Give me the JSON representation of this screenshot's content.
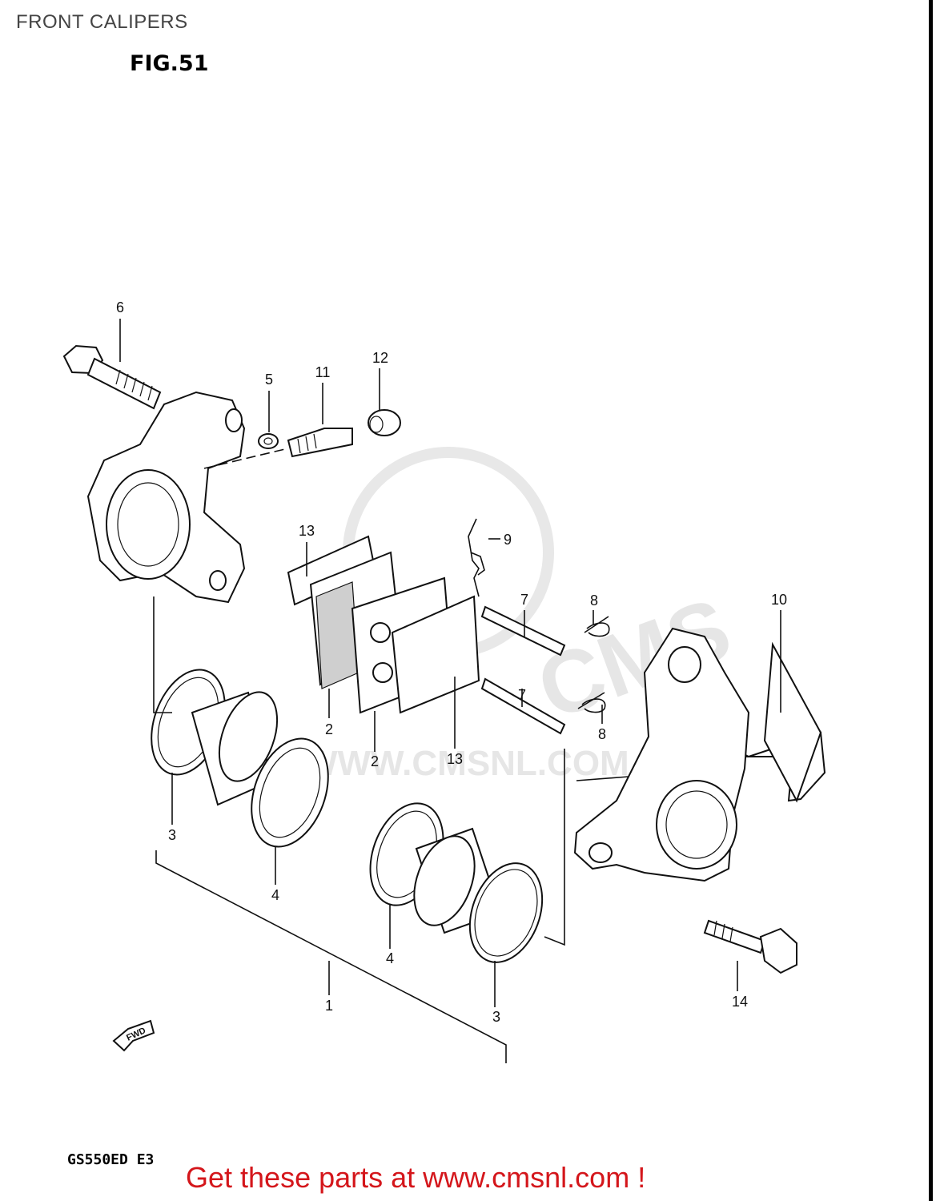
{
  "page": {
    "title": "FRONT CALIPERS",
    "figure_label": "FIG.51",
    "model_code": "GS550ED  E3",
    "call_to_action": "Get these parts at www.cmsnl.com !"
  },
  "watermark": {
    "text": "WWW.CMSNL.COM",
    "logo_text": "CMS"
  },
  "direction_marker": "FWD",
  "callouts": {
    "c1": "1",
    "c2a": "2",
    "c2b": "2",
    "c3a": "3",
    "c3b": "3",
    "c4a": "4",
    "c4b": "4",
    "c5": "5",
    "c6": "6",
    "c7a": "7",
    "c7b": "7",
    "c8a": "8",
    "c8b": "8",
    "c9": "9",
    "c10": "10",
    "c11": "11",
    "c12": "12",
    "c13a": "13",
    "c13b": "13",
    "c14": "14"
  },
  "colors": {
    "line": "#111111",
    "call_to_action": "#d4161b",
    "watermark": "#e6e6e6"
  }
}
